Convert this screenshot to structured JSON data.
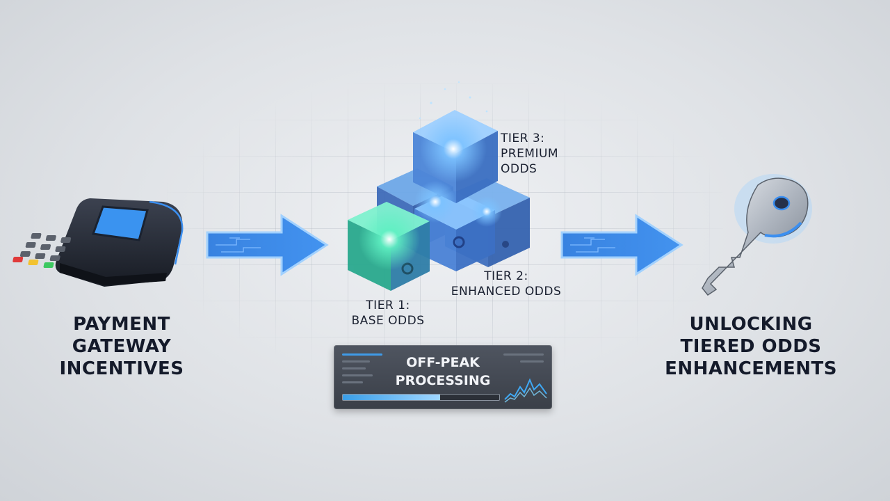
{
  "left_label": [
    "PAYMENT",
    "GATEWAY",
    "INCENTIVES"
  ],
  "right_label": [
    "UNLOCKING",
    "TIERED ODDS",
    "ENHANCEMENTS"
  ],
  "tiers": {
    "tier3": [
      "TIER 3:",
      "PREMIUM",
      "ODDS"
    ],
    "tier2": [
      "TIER 2:",
      "ENHANCED ODDS"
    ],
    "tier1": [
      "TIER 1:",
      "BASE ODDS"
    ]
  },
  "panel": {
    "title": [
      "OFF-PEAK",
      "PROCESSING"
    ],
    "progress": 0.62
  },
  "icons": [
    "card-terminal-icon",
    "arrow-right-icon",
    "tier-cubes-icon",
    "key-icon",
    "sparkline-icon"
  ],
  "colors": {
    "accent_blue": "#2f7de0",
    "glow_green": "#3fe3b0",
    "text_dark": "#141a2a"
  }
}
